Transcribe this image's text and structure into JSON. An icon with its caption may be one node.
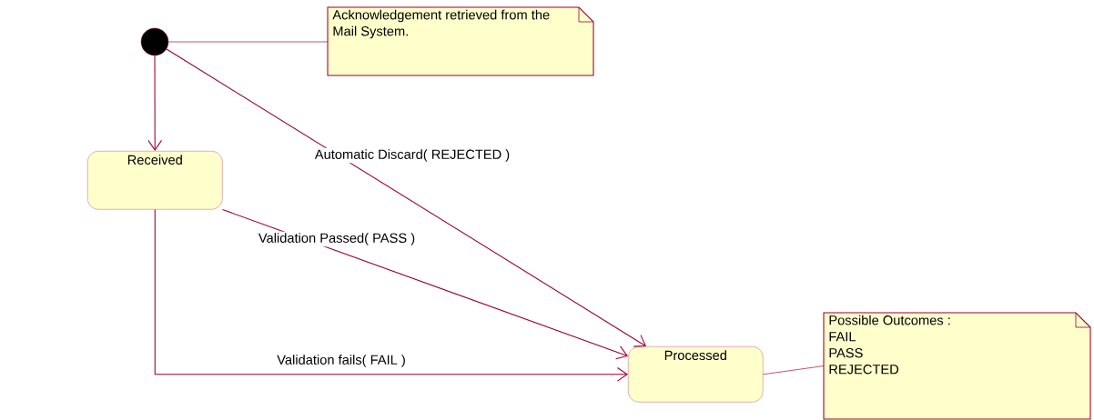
{
  "diagram": {
    "nodes": [
      {
        "text": [],
        "shape": "circle"
      },
      {
        "text": [
          "Acknowledgement retrieved from the Mail System."
        ]
      },
      {
        "text": [
          "Received"
        ]
      },
      {
        "text": [
          "Processed"
        ]
      },
      {
        "text": [
          "Possible Outcomes :",
          "FAIL",
          "PASS",
          "REJECTED"
        ]
      }
    ],
    "edges": [
      {
        "from": 0,
        "to": 1,
        "arrow": "none"
      },
      {
        "from": 0,
        "to": 2,
        "arrow": "to"
      },
      {
        "from": 0,
        "to": 3,
        "arrow": "to",
        "label": "Automatic Discard( REJECTED )"
      },
      {
        "from": 2,
        "to": 3,
        "arrow": "to",
        "label": "Validation Passed( PASS )"
      },
      {
        "from": 2,
        "to": 3,
        "arrow": "to",
        "label": "Validation fails( FAIL )"
      },
      {
        "from": 3,
        "to": 4,
        "arrow": "none"
      }
    ]
  }
}
